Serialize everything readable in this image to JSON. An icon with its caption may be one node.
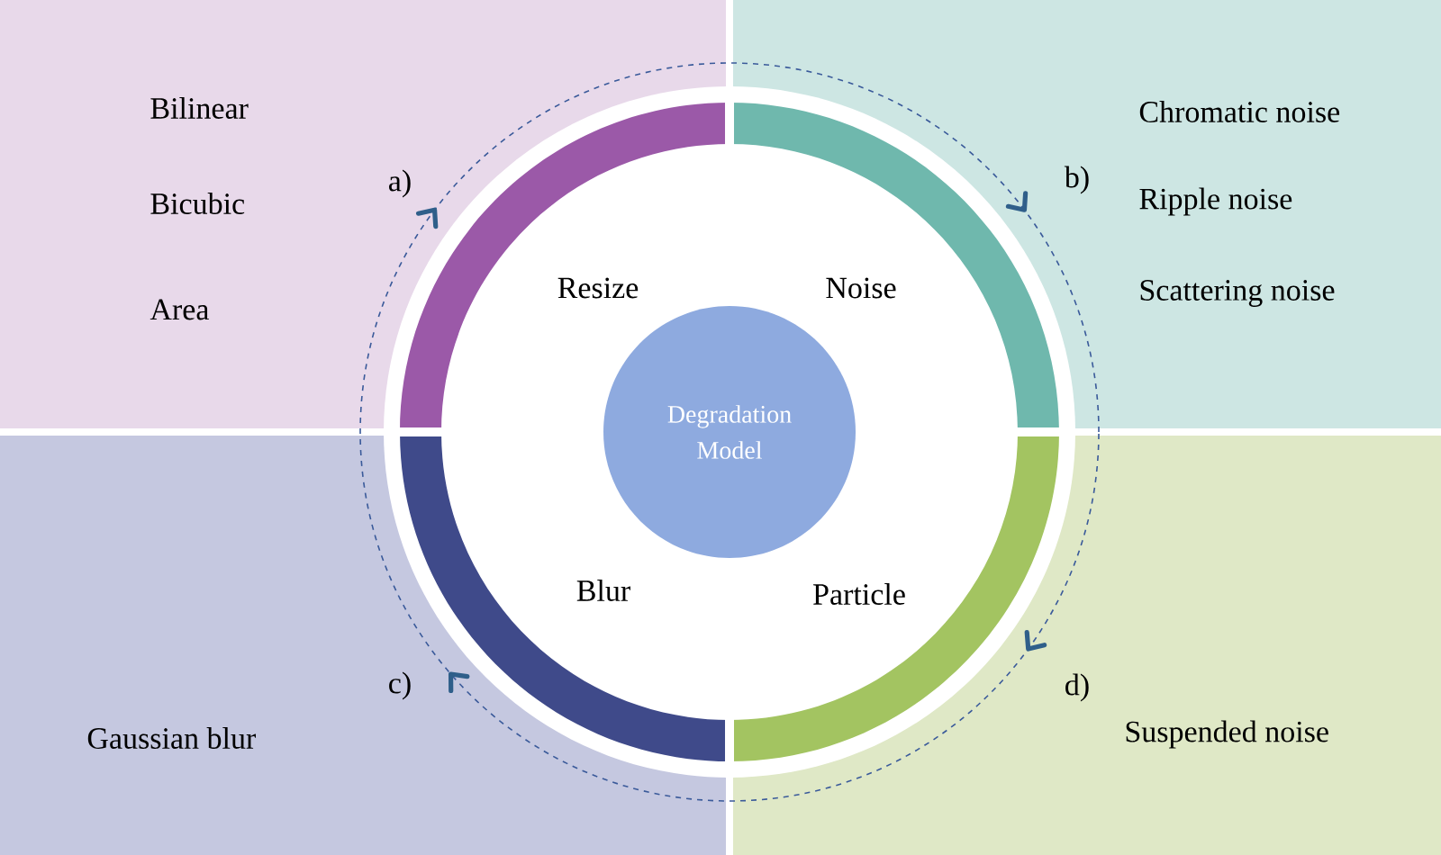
{
  "diagram": {
    "nodes": [
      {
        "text": [
          "Bilinear",
          "Bicubic",
          "Area"
        ]
      },
      {
        "text": [
          "Resize"
        ],
        "in": 0,
        "beside": [
          "a)"
        ]
      },
      {
        "text": [
          "Chromatic noise",
          "Ripple noise",
          "Scattering noise"
        ]
      },
      {
        "text": [
          "Noise"
        ],
        "in": 2,
        "beside": [
          "b)"
        ]
      },
      {
        "text": [
          "Gaussian blur"
        ]
      },
      {
        "text": [
          "Blur"
        ],
        "in": 4,
        "beside": [
          "c)"
        ]
      },
      {
        "text": [
          "Suspended noise"
        ]
      },
      {
        "text": [
          "Particle"
        ],
        "in": 6,
        "beside": [
          "d)"
        ]
      },
      {
        "text": [
          "Degradation Model"
        ]
      }
    ],
    "edges": []
  }
}
